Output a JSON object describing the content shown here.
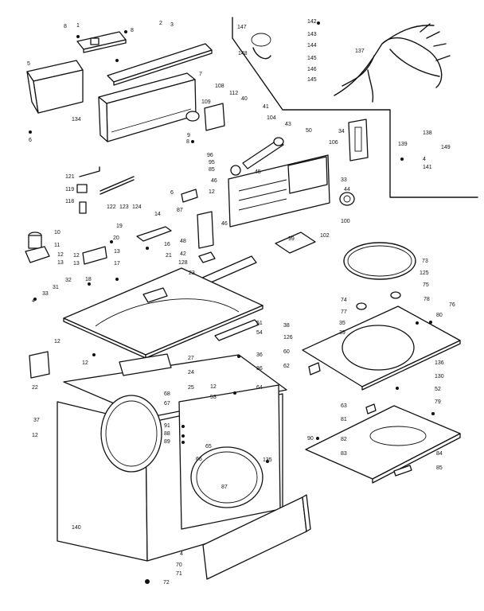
{
  "labels": [
    {
      "id": "c1",
      "text": "1"
    },
    {
      "id": "c2",
      "text": "2"
    },
    {
      "id": "c3",
      "text": "3"
    },
    {
      "id": "c5",
      "text": "5"
    },
    {
      "id": "c6",
      "text": "6"
    },
    {
      "id": "c7",
      "text": "7"
    },
    {
      "id": "c8a",
      "text": "8"
    },
    {
      "id": "c8b",
      "text": "8"
    },
    {
      "id": "c8c",
      "text": "8"
    },
    {
      "id": "c9",
      "text": "9"
    },
    {
      "id": "c134",
      "text": "134"
    },
    {
      "id": "c108",
      "text": "108"
    },
    {
      "id": "c109",
      "text": "109"
    },
    {
      "id": "c112",
      "text": "112"
    },
    {
      "id": "c40",
      "text": "40"
    },
    {
      "id": "c41",
      "text": "41"
    },
    {
      "id": "c104",
      "text": "104"
    },
    {
      "id": "c43",
      "text": "43"
    },
    {
      "id": "c50",
      "text": "50"
    },
    {
      "id": "c34",
      "text": "34"
    },
    {
      "id": "c106",
      "text": "106"
    },
    {
      "id": "c96",
      "text": "96"
    },
    {
      "id": "c95",
      "text": "95"
    },
    {
      "id": "c85",
      "text": "85"
    },
    {
      "id": "c45",
      "text": "45"
    },
    {
      "id": "c46a",
      "text": "46"
    },
    {
      "id": "c12a",
      "text": "12"
    },
    {
      "id": "c33",
      "text": "33"
    },
    {
      "id": "c44",
      "text": "44"
    },
    {
      "id": "c100",
      "text": "100"
    },
    {
      "id": "c121",
      "text": "121"
    },
    {
      "id": "c119",
      "text": "119"
    },
    {
      "id": "c118",
      "text": "118"
    },
    {
      "id": "c122",
      "text": "122"
    },
    {
      "id": "c123",
      "text": "123"
    },
    {
      "id": "c124",
      "text": "124"
    },
    {
      "id": "c6b",
      "text": "6"
    },
    {
      "id": "c87",
      "text": "87"
    },
    {
      "id": "c46b",
      "text": "46"
    },
    {
      "id": "c99",
      "text": "99"
    },
    {
      "id": "c102",
      "text": "102"
    },
    {
      "id": "c147",
      "text": "147"
    },
    {
      "id": "c142",
      "text": "142"
    },
    {
      "id": "c143",
      "text": "143"
    },
    {
      "id": "c144",
      "text": "144"
    },
    {
      "id": "c145a",
      "text": "145"
    },
    {
      "id": "c146",
      "text": "146"
    },
    {
      "id": "c145b",
      "text": "145"
    },
    {
      "id": "c148",
      "text": "148"
    },
    {
      "id": "c137",
      "text": "137"
    },
    {
      "id": "c138",
      "text": "138"
    },
    {
      "id": "c139",
      "text": "139"
    },
    {
      "id": "c149",
      "text": "149"
    },
    {
      "id": "c4a",
      "text": "4"
    },
    {
      "id": "c141",
      "text": "141"
    },
    {
      "id": "c10",
      "text": "10"
    },
    {
      "id": "c11",
      "text": "11"
    },
    {
      "id": "c12b",
      "text": "12"
    },
    {
      "id": "c13a",
      "text": "13"
    },
    {
      "id": "c12c",
      "text": "12"
    },
    {
      "id": "c13b",
      "text": "13"
    },
    {
      "id": "c19",
      "text": "19"
    },
    {
      "id": "c14",
      "text": "14"
    },
    {
      "id": "c20",
      "text": "20"
    },
    {
      "id": "c13c",
      "text": "13"
    },
    {
      "id": "c16",
      "text": "16"
    },
    {
      "id": "c21",
      "text": "21"
    },
    {
      "id": "c17",
      "text": "17"
    },
    {
      "id": "c18",
      "text": "18"
    },
    {
      "id": "c48",
      "text": "48"
    },
    {
      "id": "c42",
      "text": "42"
    },
    {
      "id": "c128",
      "text": "128"
    },
    {
      "id": "c23",
      "text": "23"
    },
    {
      "id": "c73",
      "text": "73"
    },
    {
      "id": "c125",
      "text": "125"
    },
    {
      "id": "c75",
      "text": "75"
    },
    {
      "id": "c33b",
      "text": "33"
    },
    {
      "id": "c31",
      "text": "31"
    },
    {
      "id": "c32",
      "text": "32"
    },
    {
      "id": "c4b",
      "text": "4"
    },
    {
      "id": "c51",
      "text": "51"
    },
    {
      "id": "c54",
      "text": "54"
    },
    {
      "id": "c74",
      "text": "74"
    },
    {
      "id": "c77",
      "text": "77"
    },
    {
      "id": "c78",
      "text": "78"
    },
    {
      "id": "c76",
      "text": "76"
    },
    {
      "id": "c80",
      "text": "80"
    },
    {
      "id": "c38",
      "text": "38"
    },
    {
      "id": "c35",
      "text": "35"
    },
    {
      "id": "c39",
      "text": "39"
    },
    {
      "id": "c126",
      "text": "126"
    },
    {
      "id": "c60",
      "text": "60"
    },
    {
      "id": "c36a",
      "text": "36"
    },
    {
      "id": "c12d",
      "text": "12"
    },
    {
      "id": "c12e",
      "text": "12"
    },
    {
      "id": "c27",
      "text": "27"
    },
    {
      "id": "c22",
      "text": "22"
    },
    {
      "id": "c24",
      "text": "24"
    },
    {
      "id": "c36b",
      "text": "36"
    },
    {
      "id": "c62",
      "text": "62"
    },
    {
      "id": "c136",
      "text": "136"
    },
    {
      "id": "c130",
      "text": "130"
    },
    {
      "id": "c37",
      "text": "37"
    },
    {
      "id": "c25",
      "text": "25"
    },
    {
      "id": "c12f",
      "text": "12"
    },
    {
      "id": "c64",
      "text": "64"
    },
    {
      "id": "c52",
      "text": "52"
    },
    {
      "id": "c68",
      "text": "68"
    },
    {
      "id": "c53",
      "text": "53"
    },
    {
      "id": "c79",
      "text": "79"
    },
    {
      "id": "c67",
      "text": "67"
    },
    {
      "id": "c63",
      "text": "63"
    },
    {
      "id": "c12g",
      "text": "12"
    },
    {
      "id": "c81",
      "text": "81"
    },
    {
      "id": "c91",
      "text": "91"
    },
    {
      "id": "c82",
      "text": "82"
    },
    {
      "id": "c88",
      "text": "88"
    },
    {
      "id": "c83",
      "text": "83"
    },
    {
      "id": "c89",
      "text": "89"
    },
    {
      "id": "c90",
      "text": "90"
    },
    {
      "id": "c84",
      "text": "84"
    },
    {
      "id": "c66",
      "text": "66"
    },
    {
      "id": "c65",
      "text": "65"
    },
    {
      "id": "c87b",
      "text": "87"
    },
    {
      "id": "c135",
      "text": "135"
    },
    {
      "id": "c85b",
      "text": "85"
    },
    {
      "id": "c140",
      "text": "140"
    },
    {
      "id": "c4c",
      "text": "4"
    },
    {
      "id": "c70",
      "text": "70"
    },
    {
      "id": "c71",
      "text": "71"
    },
    {
      "id": "c72",
      "text": "72"
    }
  ]
}
